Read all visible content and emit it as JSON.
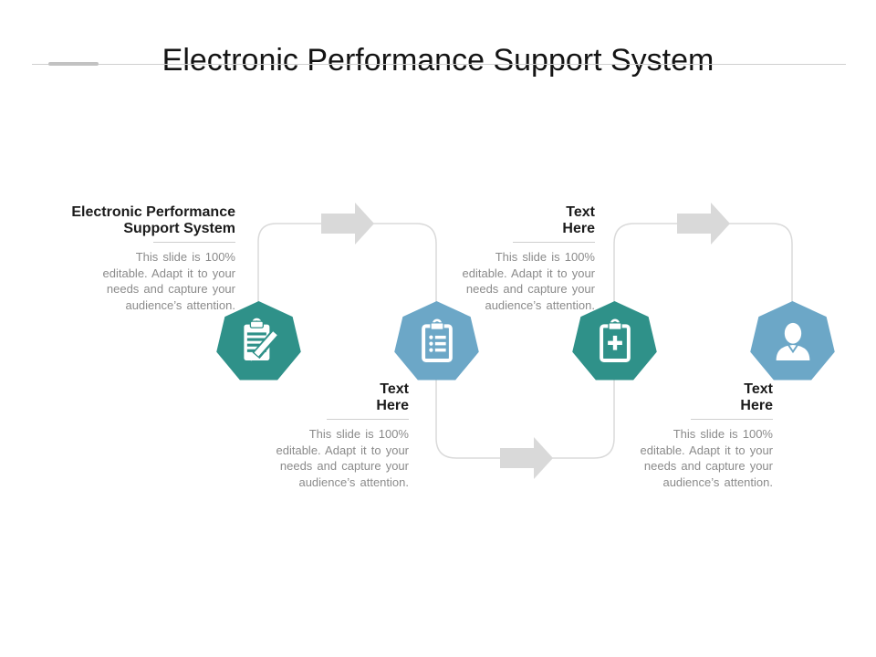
{
  "title": "Electronic Performance Support System",
  "colors": {
    "teal": "#2f9189",
    "blue": "#6ca7c7",
    "arrow": "#d9d9d9",
    "line": "#dadada",
    "rule": "#cfcfcf",
    "accent": "#c2c2c2",
    "heading_text": "#1b1b1b",
    "body_text": "#8b8b8b"
  },
  "blocks": [
    {
      "heading": "Electronic Performance\nSupport System",
      "body": "This slide is 100%\neditable. Adapt it to your\nneeds and capture your\naudience’s attention."
    },
    {
      "heading": "Text\nHere",
      "body": "This slide is 100%\neditable. Adapt it to your\nneeds and capture your\naudience’s attention."
    },
    {
      "heading": "Text\nHere",
      "body": "This slide is 100%\neditable. Adapt it to your\nneeds and capture your\naudience’s attention."
    },
    {
      "heading": "Text\nHere",
      "body": "This slide is 100%\neditable. Adapt it to your\nneeds and capture your\naudience’s attention."
    }
  ],
  "nodes": [
    {
      "icon": "clipboard-pencil-icon",
      "color": "#2f9189"
    },
    {
      "icon": "clipboard-checklist-icon",
      "color": "#6ca7c7"
    },
    {
      "icon": "clipboard-plus-icon",
      "color": "#2f9189"
    },
    {
      "icon": "person-icon",
      "color": "#6ca7c7"
    }
  ]
}
